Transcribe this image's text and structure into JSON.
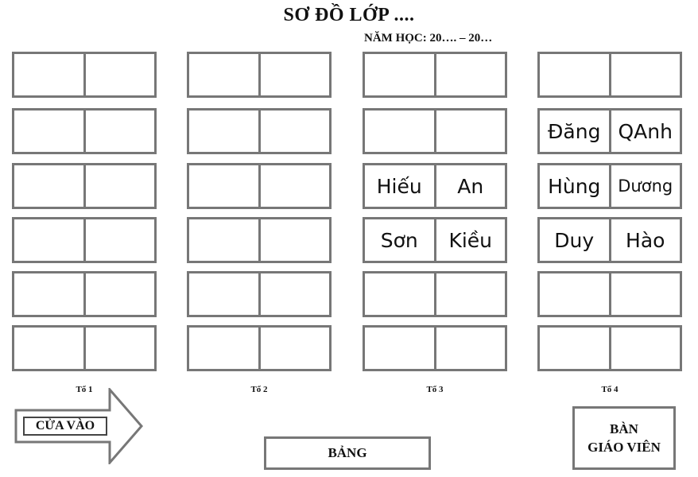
{
  "header": {
    "title": "SƠ ĐỒ LỚP ....",
    "subtitle": "NĂM HỌC: 20…. – 20…"
  },
  "groups": [
    {
      "label": "Tổ 1",
      "desks": [
        {
          "left": "",
          "right": ""
        },
        {
          "left": "",
          "right": ""
        },
        {
          "left": "",
          "right": ""
        },
        {
          "left": "",
          "right": ""
        },
        {
          "left": "",
          "right": ""
        },
        {
          "left": "",
          "right": ""
        }
      ]
    },
    {
      "label": "Tổ 2",
      "desks": [
        {
          "left": "",
          "right": ""
        },
        {
          "left": "",
          "right": ""
        },
        {
          "left": "",
          "right": ""
        },
        {
          "left": "",
          "right": ""
        },
        {
          "left": "",
          "right": ""
        },
        {
          "left": "",
          "right": ""
        }
      ]
    },
    {
      "label": "Tổ 3",
      "desks": [
        {
          "left": "",
          "right": ""
        },
        {
          "left": "",
          "right": ""
        },
        {
          "left": "Hiếu",
          "right": "An"
        },
        {
          "left": "Sơn",
          "right": "Kiều"
        },
        {
          "left": "",
          "right": ""
        },
        {
          "left": "",
          "right": ""
        }
      ]
    },
    {
      "label": "Tổ 4",
      "desks": [
        {
          "left": "",
          "right": ""
        },
        {
          "left": "Đăng",
          "right": "QAnh"
        },
        {
          "left": "Hùng",
          "right": "Dương"
        },
        {
          "left": "Duy",
          "right": "Hào"
        },
        {
          "left": "",
          "right": ""
        },
        {
          "left": "",
          "right": ""
        }
      ]
    }
  ],
  "room": {
    "door_label": "CỬA VÀO",
    "board_label": "BẢNG",
    "teacher_line1": "BÀN",
    "teacher_line2": "GIÁO VIÊN"
  }
}
